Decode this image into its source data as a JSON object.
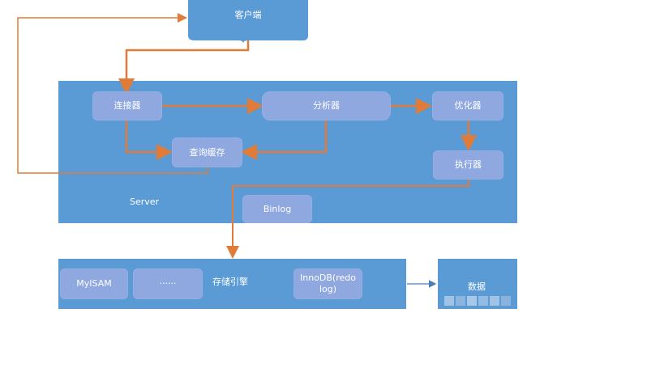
{
  "client": {
    "label": "客户端"
  },
  "server": {
    "label": "Server",
    "connector": "连接器",
    "analyzer": "分析器",
    "optimizer": "优化器",
    "query_cache": "查询缓存",
    "executor": "执行器",
    "binlog": "Binlog"
  },
  "storage": {
    "label": "存储引擎",
    "myisam": "MyISAM",
    "ellipsis": "······",
    "innodb_line1": "InnoDB(redo",
    "innodb_line2": "log)"
  },
  "data": {
    "label": "数据"
  },
  "colors": {
    "panel": "#5b9bd5",
    "node": "#8fa8e0",
    "arrow_orange": "#e07b39",
    "arrow_blue": "#4a7ebb"
  }
}
